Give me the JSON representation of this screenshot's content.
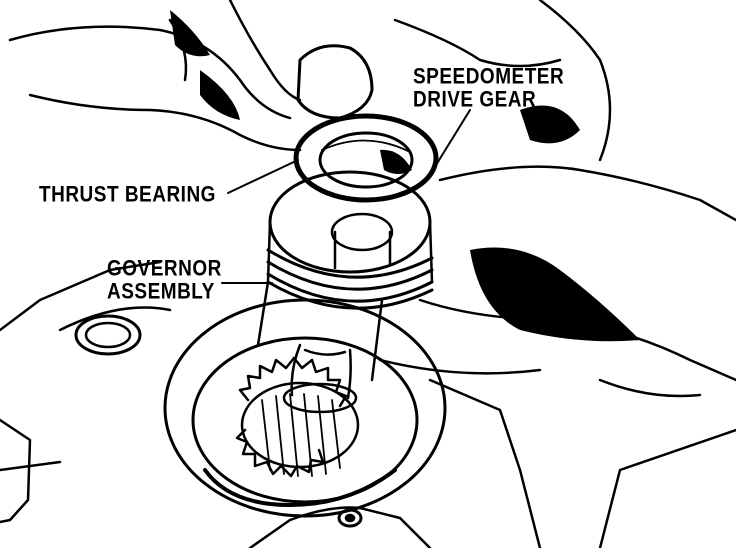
{
  "labels": {
    "speedometer_line1": "SPEEDOMETER",
    "speedometer_line2": "DRIVE GEAR",
    "thrust_bearing": "THRUST BEARING",
    "governor_line1": "GOVERNOR",
    "governor_line2": "ASSEMBLY"
  },
  "colors": {
    "ink": "#000000",
    "paper": "#ffffff"
  }
}
